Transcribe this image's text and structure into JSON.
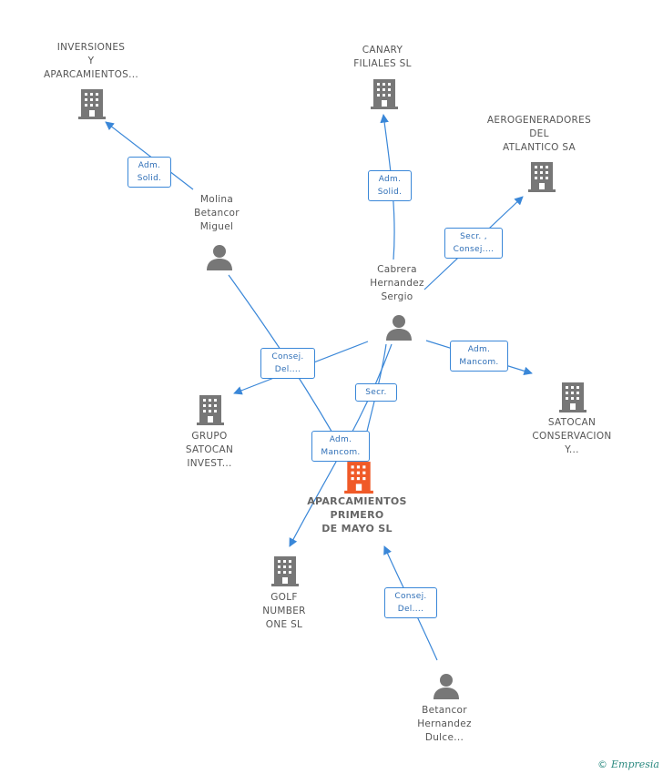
{
  "nodes": {
    "inversiones": {
      "label": "INVERSIONES\nY\nAPARCAMIENTOS...",
      "kind": "company"
    },
    "canary": {
      "label": "CANARY\nFILIALES  SL",
      "kind": "company"
    },
    "aerogeneradores": {
      "label": "AEROGENERADORES\nDEL\nATLANTICO SA",
      "kind": "company"
    },
    "molina": {
      "label": "Molina\nBetancor\nMiguel",
      "kind": "person"
    },
    "cabrera": {
      "label": "Cabrera\nHernandez\nSergio",
      "kind": "person"
    },
    "grupo": {
      "label": "GRUPO\nSATOCAN\nINVEST...",
      "kind": "company"
    },
    "satocan": {
      "label": "SATOCAN\nCONSERVACION\nY...",
      "kind": "company"
    },
    "main": {
      "label": "APARCAMIENTOS\nPRIMERO\nDE MAYO SL",
      "kind": "company-main"
    },
    "golf": {
      "label": "GOLF\nNUMBER\nONE  SL",
      "kind": "company"
    },
    "betancor": {
      "label": "Betancor\nHernandez\nDulce...",
      "kind": "person"
    }
  },
  "badges": {
    "molina_inversiones": "Adm.\nSolid.",
    "cabrera_canary": "Adm.\nSolid.",
    "cabrera_aero": "Secr. ,\nConsej....",
    "cabrera_satocan": "Adm.\nMancom.",
    "consej_del_left": "Consej.\nDel....",
    "secr_main": "Secr.",
    "adm_mancom_main": "Adm.\nMancom.",
    "betancor_main": "Consej.\nDel...."
  },
  "footer": {
    "copyright": "©",
    "brand": "Empresia"
  },
  "colors": {
    "accent": "#3a87d8",
    "main_node": "#f05a28",
    "icon": "#777777"
  }
}
